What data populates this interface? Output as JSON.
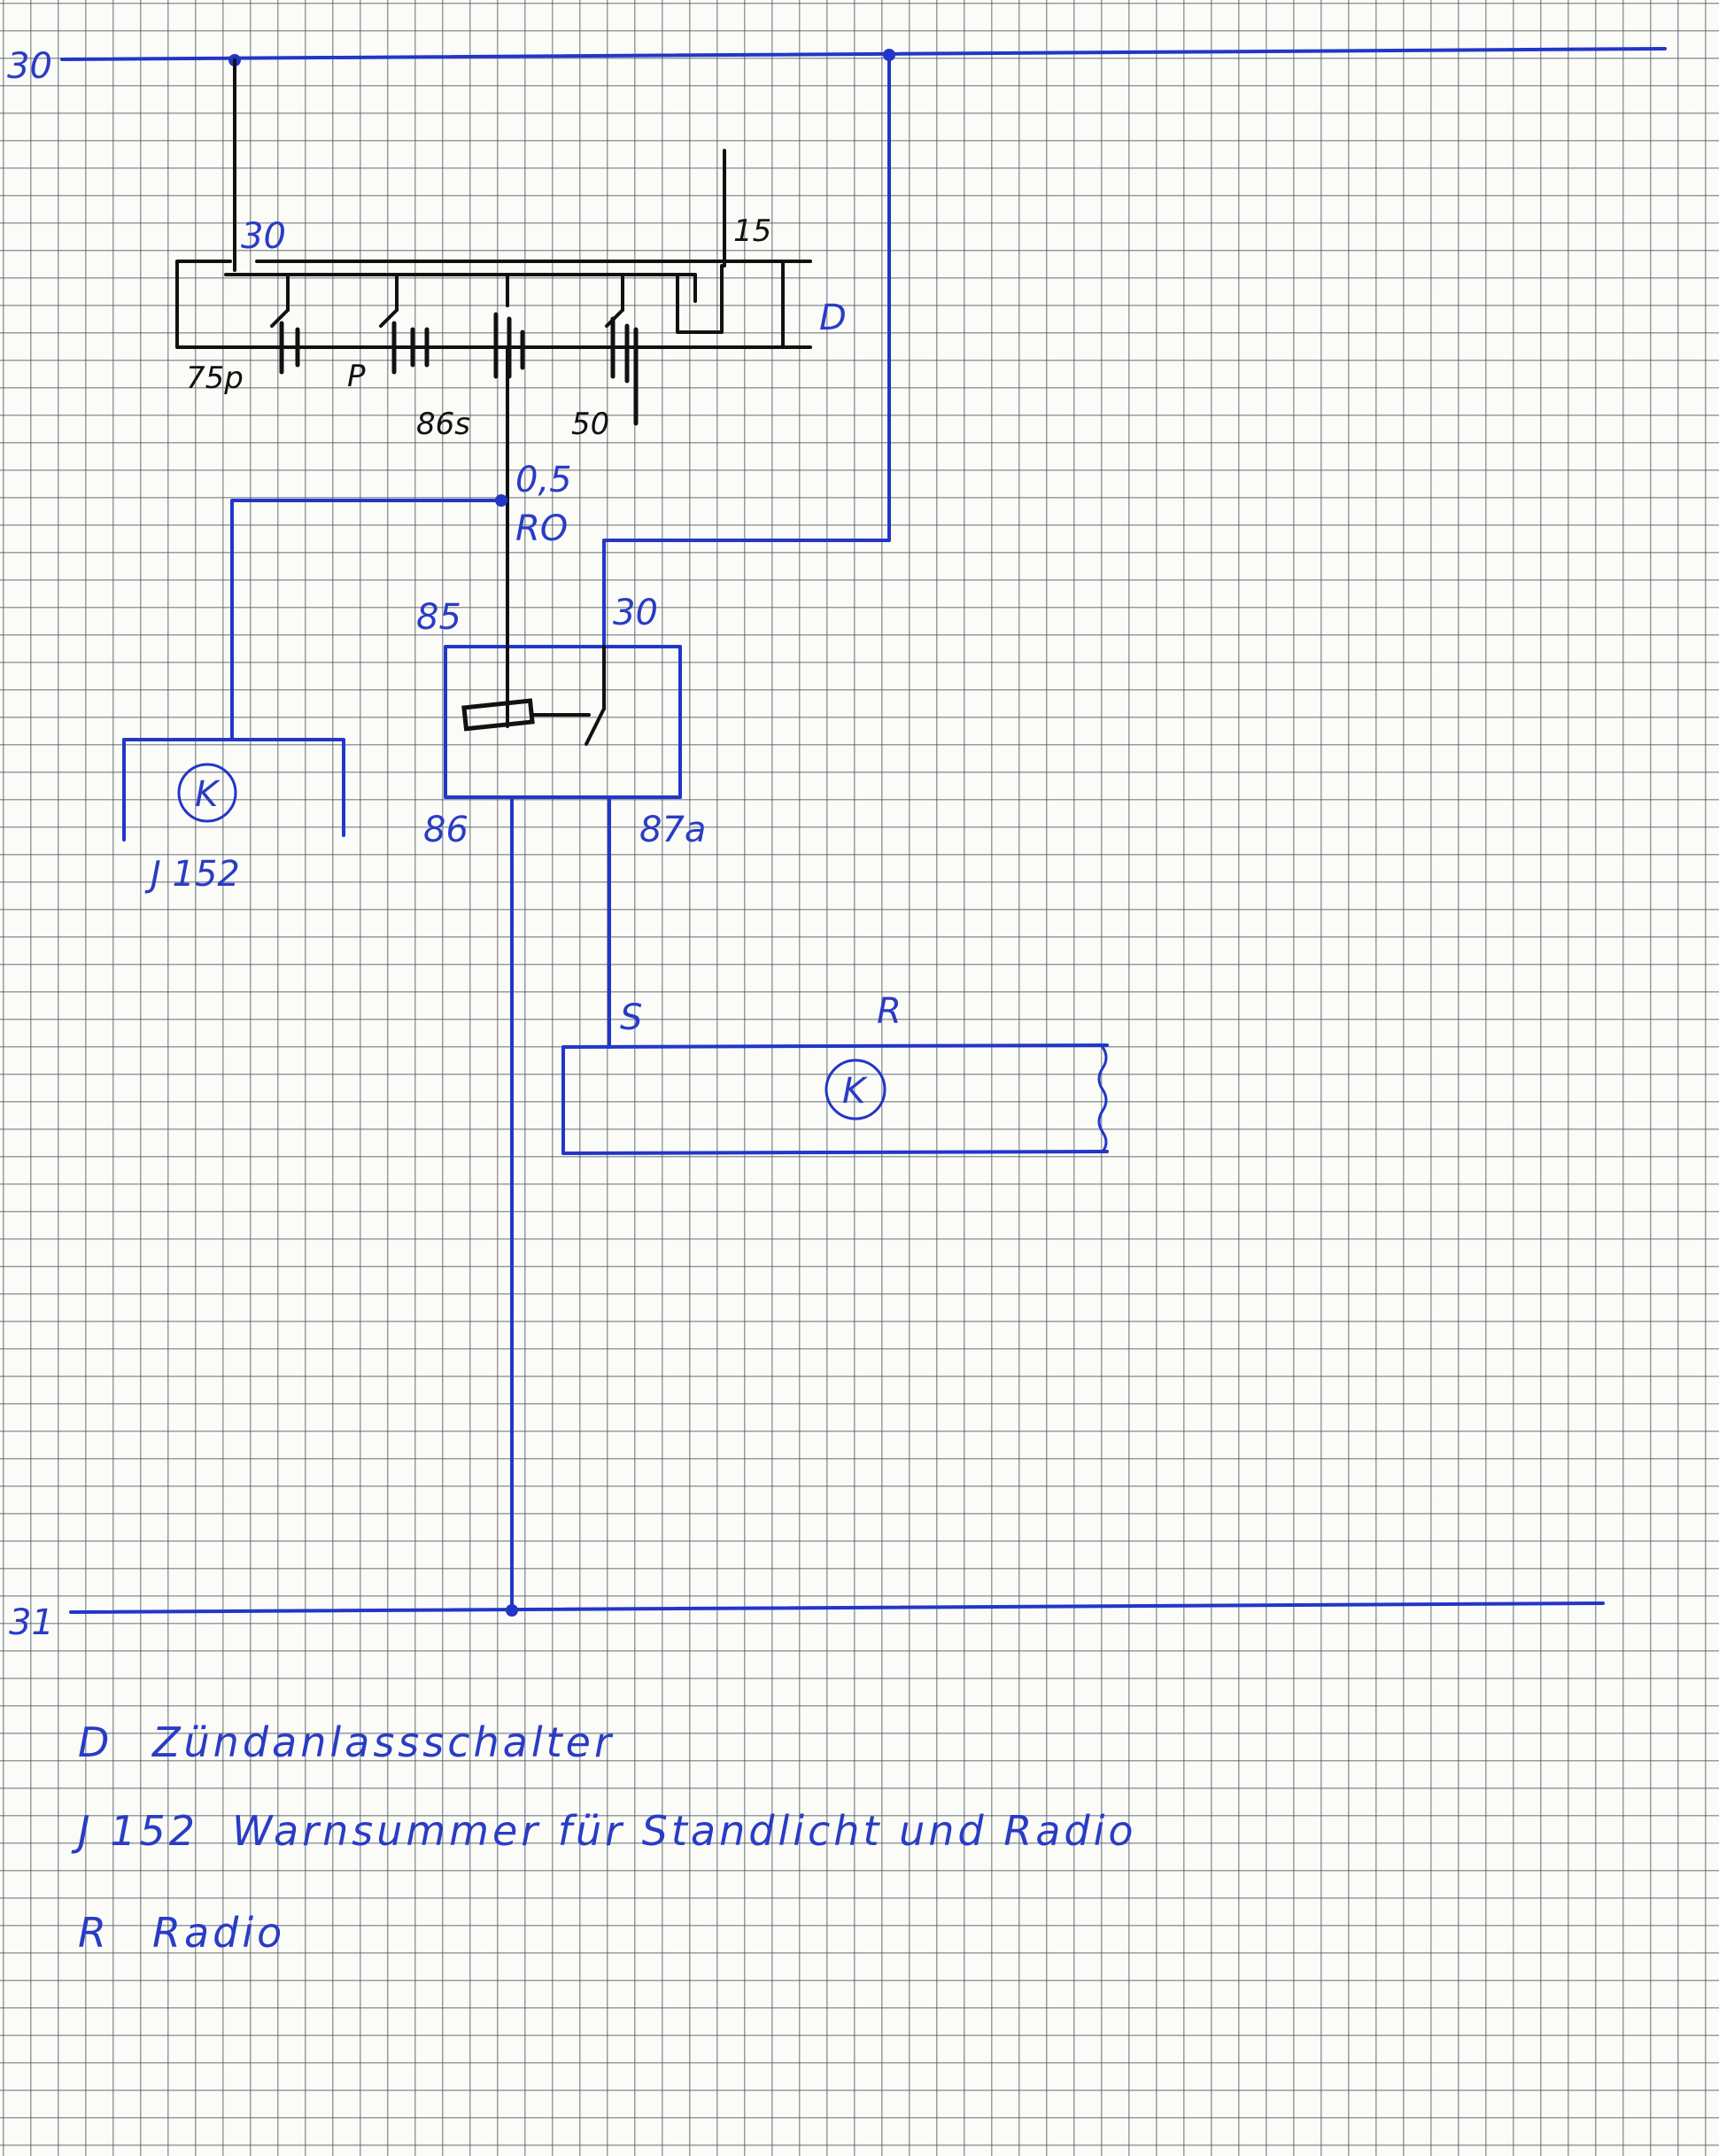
{
  "rails": {
    "top": "30",
    "bottom": "31"
  },
  "switch": {
    "id": "D",
    "terminals": {
      "in": "30",
      "ign": "15",
      "parking": "75p",
      "p": "P",
      "s": "86s",
      "start": "50"
    }
  },
  "wire": {
    "size": "0,5",
    "color": "RO"
  },
  "relay": {
    "t85": "85",
    "t30": "30",
    "t86": "86",
    "t87": "87a"
  },
  "buzzer": {
    "id": "J 152",
    "symbol": "K"
  },
  "radio": {
    "id": "R",
    "terminal": "S",
    "symbol": "K"
  },
  "legend": [
    {
      "code": "D",
      "text": "Zündanlassschalter"
    },
    {
      "code": "J 152",
      "text": "Warnsummer für Standlicht und Radio"
    },
    {
      "code": "R",
      "text": "Radio"
    }
  ],
  "colors": {
    "ink": "#2236c8",
    "grid": "#465a5a",
    "switch_ink": "#111111"
  }
}
